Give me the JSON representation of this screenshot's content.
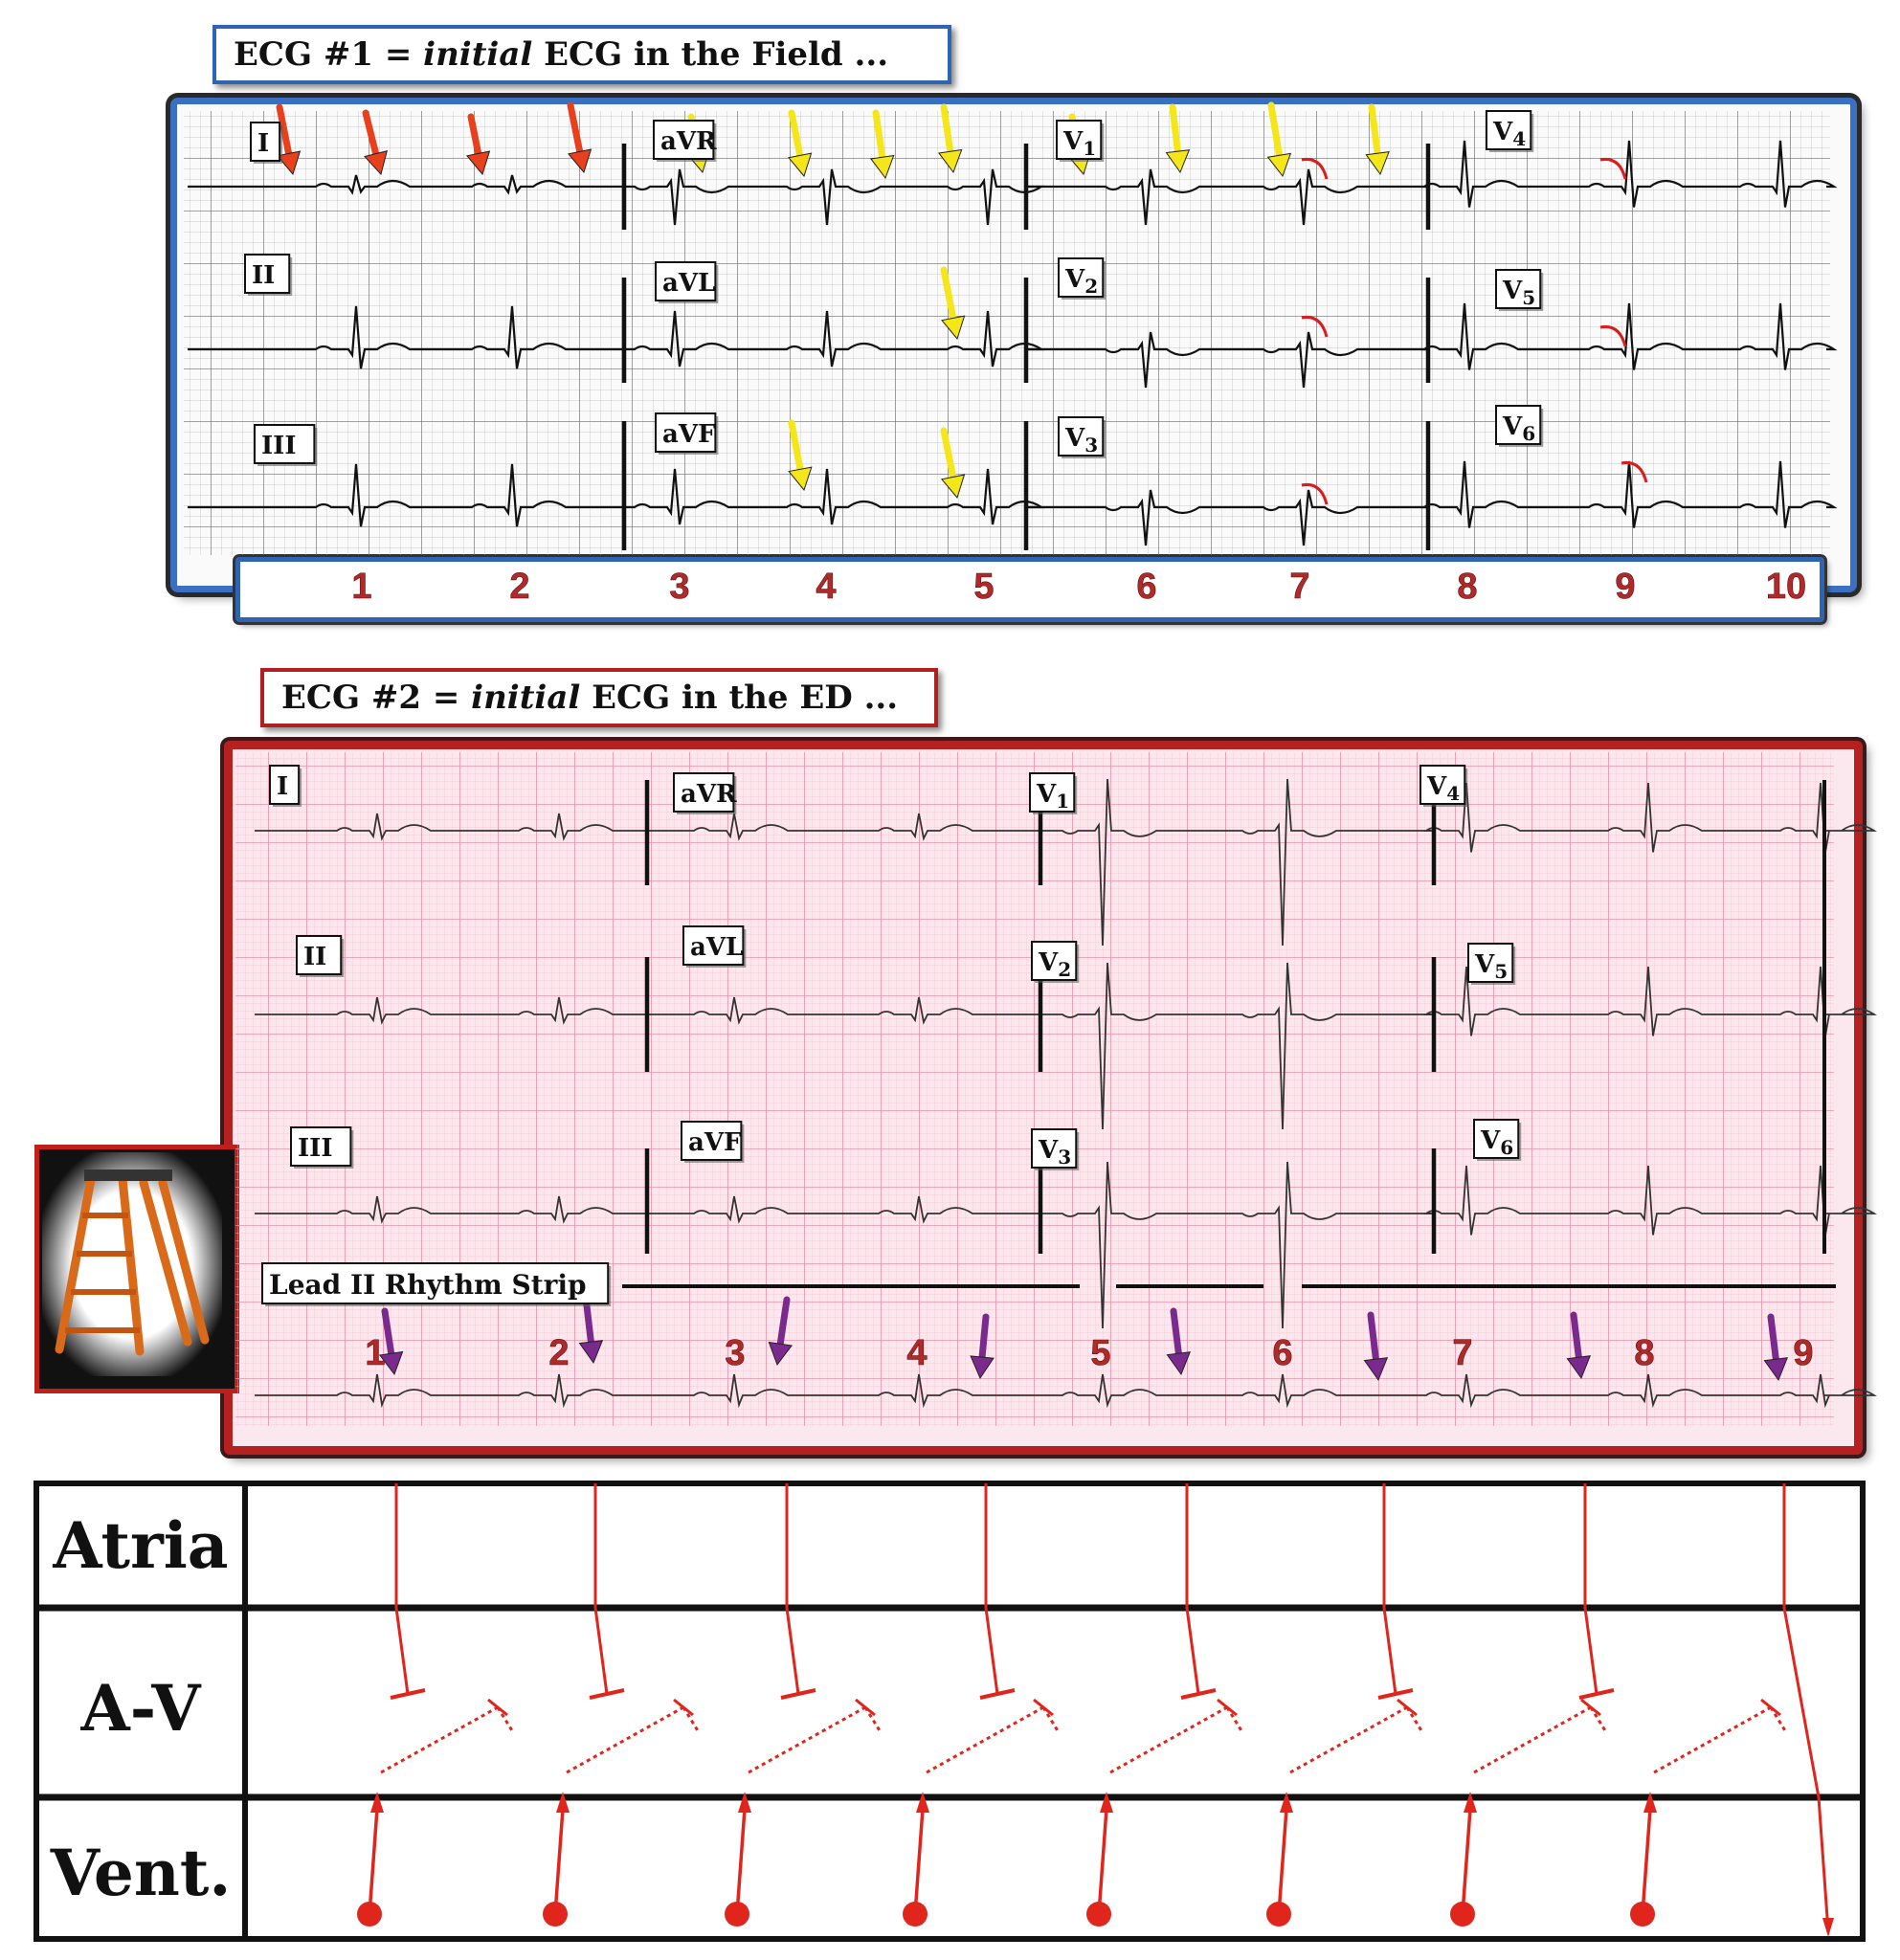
{
  "ecg1": {
    "title_prefix": "ECG #1 = ",
    "title_em": "initial",
    "title_suffix": " ECG in the Field ...",
    "leads": [
      "I",
      "aVR",
      "V1",
      "V4",
      "II",
      "aVL",
      "V2",
      "V5",
      "III",
      "aVF",
      "V3",
      "V6"
    ],
    "beat_numbers": [
      "1",
      "2",
      "3",
      "4",
      "5",
      "6",
      "7",
      "8",
      "9",
      "10"
    ]
  },
  "ecg2": {
    "title_prefix": "ECG #2 = ",
    "title_em": "initial",
    "title_suffix": " ECG in the ED ...",
    "leads": [
      "I",
      "aVR",
      "V1",
      "V4",
      "II",
      "aVL",
      "V2",
      "V5",
      "III",
      "aVF",
      "V3",
      "V6"
    ],
    "rhythm_strip_label": "Lead II Rhythm Strip",
    "beat_numbers": [
      "1",
      "2",
      "3",
      "4",
      "5",
      "6",
      "7",
      "8",
      "9"
    ]
  },
  "ladder": {
    "rows": [
      "Atria",
      "A-V",
      "Vent."
    ]
  },
  "colors": {
    "blue_frame": "#3a6fc2",
    "red_frame": "#b52020",
    "red_arrow": "#e8401c",
    "yellow_arrow": "#f5e61a",
    "purple_arrow": "#7a2a8c",
    "beat_number": "#b02a2a",
    "ecg_pink_grid": "#f2a3b8",
    "ladder_red": "#e0251c"
  },
  "icons": [
    "stepladder-photo"
  ]
}
